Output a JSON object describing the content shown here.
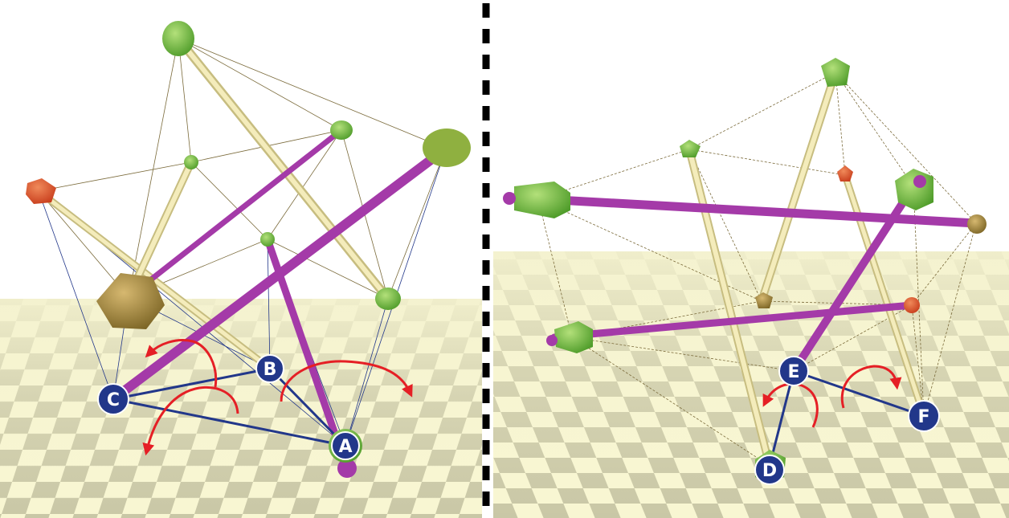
{
  "panels": {
    "left": {
      "labels": {
        "a": "A",
        "b": "B",
        "c": "C"
      }
    },
    "right": {
      "labels": {
        "d": "D",
        "e": "E",
        "f": "F"
      }
    }
  },
  "colors": {
    "floor_light": "#f8f6d2",
    "floor_dark": "#c9c7a6",
    "strut_yellow": "#f1e9b3",
    "strut_purple": "#a43aa8",
    "node_green": "#6cc23d",
    "node_red": "#e0502a",
    "node_olive": "#a48a3c",
    "anchor_blue": "#22378a",
    "arrow_red": "#e51f25",
    "divider": "#000000"
  },
  "icons": {
    "rotation_arrows": "curved-rotation-arrow",
    "divider": "dashed-vertical-line"
  }
}
